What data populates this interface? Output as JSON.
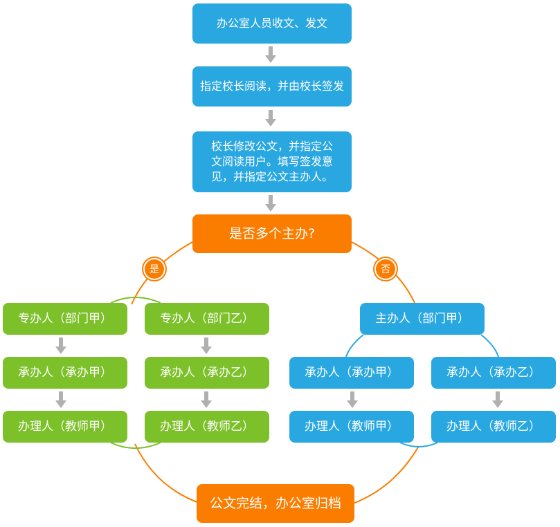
{
  "colors": {
    "blue": "#29a7e1",
    "green": "#7cc02a",
    "orange": "#fa7d00",
    "arrow": "#b0b0b0"
  },
  "steps": {
    "step1": "办公室人员收文、发文",
    "step2": "指定校长阅读，并由校长签发",
    "step3": "校长修改公文，并指定公文阅读用户。填写签发意见，并指定公文主办人。",
    "decision": "是否多个主办?"
  },
  "badges": {
    "yes": "是",
    "no": "否"
  },
  "yes_branch": {
    "col_a": {
      "lead": "专办人（部门甲）",
      "handler": "承办人（承办甲）",
      "worker": "办理人（教师甲）"
    },
    "col_b": {
      "lead": "专办人（部门乙）",
      "handler": "承办人（承办乙）",
      "worker": "办理人（教师乙）"
    }
  },
  "no_branch": {
    "lead": "主办人（部门甲）",
    "col_a": {
      "handler": "承办人（承办甲）",
      "worker": "办理人（教师甲）"
    },
    "col_b": {
      "handler": "承办人（承办乙）",
      "worker": "办理人（教师乙）"
    }
  },
  "end": "公文完结，办公室归档"
}
